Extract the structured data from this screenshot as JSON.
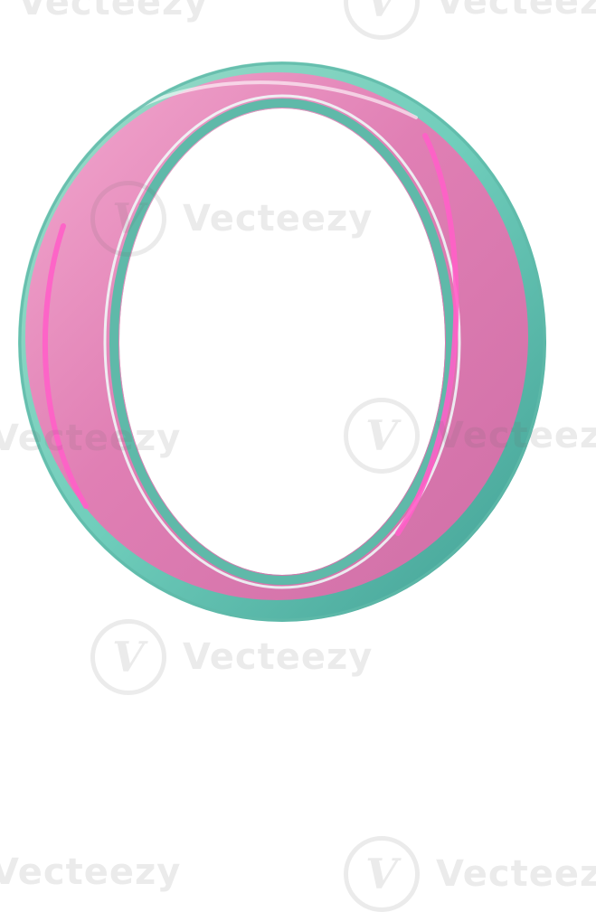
{
  "image": {
    "subject": "O",
    "colors": {
      "background": "#ffffff",
      "face_pink": "#e07fb4",
      "face_pink_light": "#f3a9cf",
      "rim_teal": "#6fcdbb",
      "rim_teal_dark": "#3f9e93",
      "highlight_magenta": "#ff5fc8"
    }
  },
  "watermark": {
    "badge_glyph": "V",
    "text": "Vecteezy"
  }
}
